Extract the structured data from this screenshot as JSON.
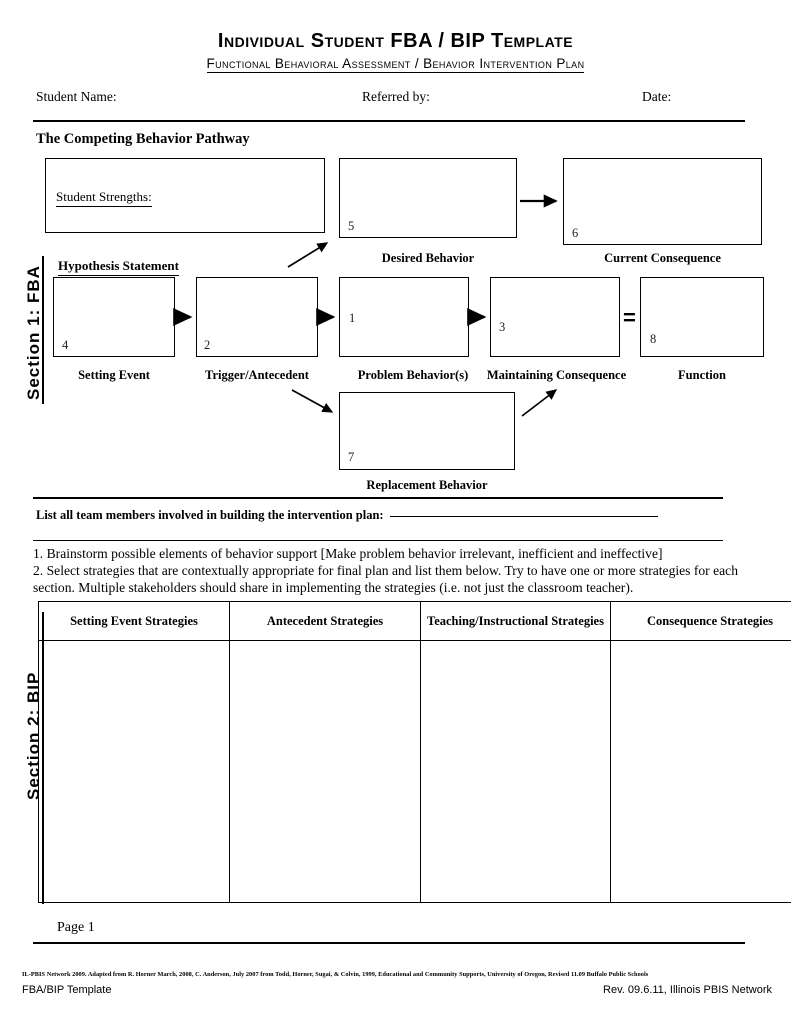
{
  "document": {
    "title_main": "Individual Student FBA / BIP Template",
    "title_sub": "Functional Behavioral  Assessment / Behavior Intervention Plan "
  },
  "header": {
    "student_name_label": "Student Name:",
    "referred_by_label": "Referred by:",
    "date_label": "Date:"
  },
  "sections": {
    "section1_label": "Section 1: FBA",
    "section2_label": "Section 2: BIP"
  },
  "pathway": {
    "title": "The Competing Behavior Pathway",
    "student_strengths_label": "Student Strengths: ",
    "hypothesis_label": "Hypothesis Statement",
    "equals_sign": "=",
    "boxes": [
      {
        "number": "5",
        "caption": "Desired Behavior"
      },
      {
        "number": "6",
        "caption": "Current Consequence"
      },
      {
        "number": "4",
        "caption": "Setting Event"
      },
      {
        "number": "2",
        "caption": "Trigger/Antecedent"
      },
      {
        "number": "1",
        "caption": "Problem Behavior(s)"
      },
      {
        "number": "3",
        "caption": "Maintaining Consequence"
      },
      {
        "number": "8",
        "caption": "Function"
      },
      {
        "number": "7",
        "caption": "Replacement Behavior"
      }
    ]
  },
  "team": {
    "label": "List all team members involved in building the intervention plan:"
  },
  "instructions": {
    "line1": "1. Brainstorm possible elements of behavior support [Make problem behavior irrelevant, inefficient and ineffective]",
    "line2": "2. Select strategies that are contextually appropriate for final plan and list them below. Try to have one or more strategies for each section. Multiple stakeholders should share in implementing the strategies (i.e. not just the classroom teacher)."
  },
  "strategy_table": {
    "headers": [
      "Setting Event Strategies",
      "Antecedent Strategies",
      "Teaching/Instructional Strategies",
      "Consequence Strategies"
    ],
    "cells": [
      "",
      "",
      "",
      ""
    ]
  },
  "footer": {
    "page_number": "Page 1",
    "citation": "IL-PBIS Network 2009. Adapted from R. Horner March, 2008, C. Anderson, July 2007 from Todd, Horner, Sugai, & Colvin, 1999, Educational and Community Supports, University of Oregon, Revised 11.09 Buffalo Public Schools",
    "left": "FBA/BIP Template",
    "right": "Rev. 09.6.11, Illinois PBIS Network"
  }
}
